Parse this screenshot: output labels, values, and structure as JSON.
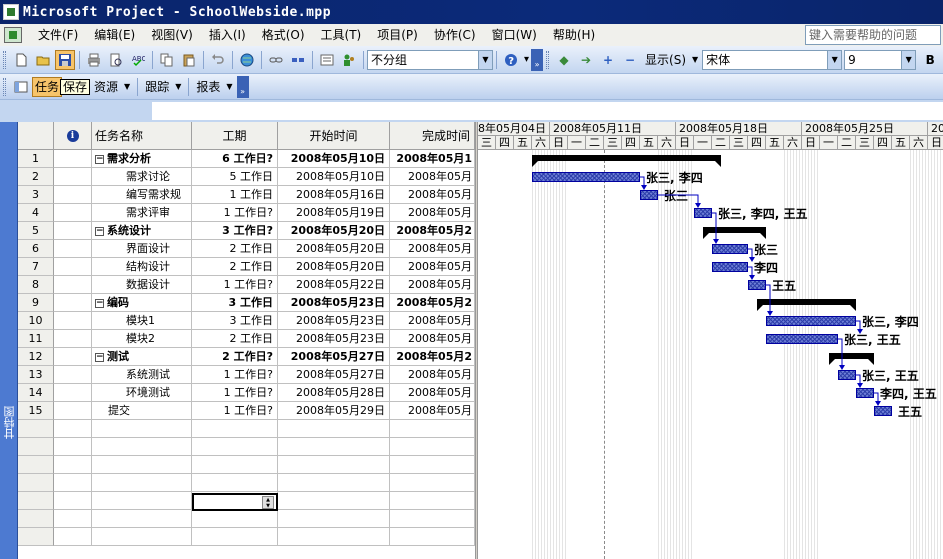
{
  "window": {
    "title": "Microsoft Project - SchoolWebside.mpp"
  },
  "menu": {
    "items": [
      "文件(F)",
      "编辑(E)",
      "视图(V)",
      "插入(I)",
      "格式(O)",
      "工具(T)",
      "项目(P)",
      "协作(C)",
      "窗口(W)",
      "帮助(H)"
    ],
    "help_placeholder": "键入需要帮助的问题"
  },
  "toolbar": {
    "group_combo": "不分组",
    "show_label": "显示(S)",
    "font_combo": "宋体",
    "size_combo": "9",
    "bold_label": "B"
  },
  "guide_toolbar": {
    "tasks_label": "任务",
    "tooltip": "保存",
    "resources_label": "资源",
    "track_label": "跟踪",
    "report_label": "报表"
  },
  "viewbar": {
    "label": "甘特图"
  },
  "columns": {
    "name": "任务名称",
    "duration": "工期",
    "start": "开始时间",
    "finish": "完成时间"
  },
  "tasks": [
    {
      "id": "1",
      "name": "需求分析",
      "duration": "6 工作日?",
      "start": "2008年05月10日",
      "finish": "2008年05月1",
      "summary": true
    },
    {
      "id": "2",
      "name": "需求讨论",
      "duration": "5 工作日",
      "start": "2008年05月10日",
      "finish": "2008年05月",
      "summary": false
    },
    {
      "id": "3",
      "name": "编写需求规",
      "duration": "1 工作日",
      "start": "2008年05月16日",
      "finish": "2008年05月",
      "summary": false
    },
    {
      "id": "4",
      "name": "需求评审",
      "duration": "1 工作日?",
      "start": "2008年05月19日",
      "finish": "2008年05月",
      "summary": false
    },
    {
      "id": "5",
      "name": "系统设计",
      "duration": "3 工作日?",
      "start": "2008年05月20日",
      "finish": "2008年05月2",
      "summary": true
    },
    {
      "id": "6",
      "name": "界面设计",
      "duration": "2 工作日",
      "start": "2008年05月20日",
      "finish": "2008年05月",
      "summary": false
    },
    {
      "id": "7",
      "name": "结构设计",
      "duration": "2 工作日",
      "start": "2008年05月20日",
      "finish": "2008年05月",
      "summary": false
    },
    {
      "id": "8",
      "name": "数据设计",
      "duration": "1 工作日?",
      "start": "2008年05月22日",
      "finish": "2008年05月",
      "summary": false
    },
    {
      "id": "9",
      "name": "编码",
      "duration": "3 工作日",
      "start": "2008年05月23日",
      "finish": "2008年05月2",
      "summary": true
    },
    {
      "id": "10",
      "name": "模块1",
      "duration": "3 工作日",
      "start": "2008年05月23日",
      "finish": "2008年05月",
      "summary": false
    },
    {
      "id": "11",
      "name": "模块2",
      "duration": "2 工作日",
      "start": "2008年05月23日",
      "finish": "2008年05月",
      "summary": false
    },
    {
      "id": "12",
      "name": "测试",
      "duration": "2 工作日?",
      "start": "2008年05月27日",
      "finish": "2008年05月2",
      "summary": true
    },
    {
      "id": "13",
      "name": "系统测试",
      "duration": "1 工作日?",
      "start": "2008年05月27日",
      "finish": "2008年05月",
      "summary": false
    },
    {
      "id": "14",
      "name": "环境测试",
      "duration": "1 工作日?",
      "start": "2008年05月28日",
      "finish": "2008年05月",
      "summary": false
    },
    {
      "id": "15",
      "name": "提交",
      "duration": "1 工作日?",
      "start": "2008年05月29日",
      "finish": "2008年05月",
      "summary": false,
      "top_level": true
    }
  ],
  "timescale": {
    "weeks": [
      "8年05月04日",
      "2008年05月11日",
      "2008年05月18日",
      "2008年05月25日",
      "20"
    ],
    "days": [
      "三",
      "四",
      "五",
      "六",
      "日",
      "一",
      "二",
      "三",
      "四",
      "五",
      "六",
      "日",
      "一",
      "二",
      "三",
      "四",
      "五",
      "六",
      "日",
      "一",
      "二",
      "三",
      "四",
      "五",
      "六",
      "日"
    ]
  },
  "gantt": {
    "resources": {
      "2": "张三, 李四",
      "3": "张三",
      "4": "张三, 李四, 王五",
      "6": "张三",
      "7": "李四",
      "8": "王五",
      "10": "张三, 李四",
      "11": "张三, 王五",
      "13": "张三, 王五",
      "14": "李四, 王五",
      "15": "王五"
    }
  },
  "colors": {
    "title_bar": "#0a246a",
    "toolbar": "#c3d6f0",
    "task_bar": "#6d7ed6",
    "summary_bar": "#000000",
    "link": "#0000c0"
  }
}
